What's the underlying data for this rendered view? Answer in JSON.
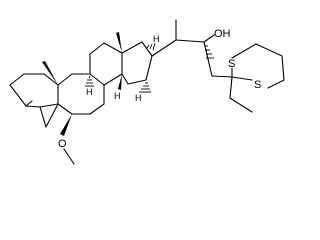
{
  "atom_labels": {
    "oh": "OH",
    "s_upper": "S",
    "s_lower": "S",
    "o_methoxy": "O",
    "h_c9": "H",
    "h_c8": "H",
    "h_c14": "H",
    "h_c17": "H"
  }
}
